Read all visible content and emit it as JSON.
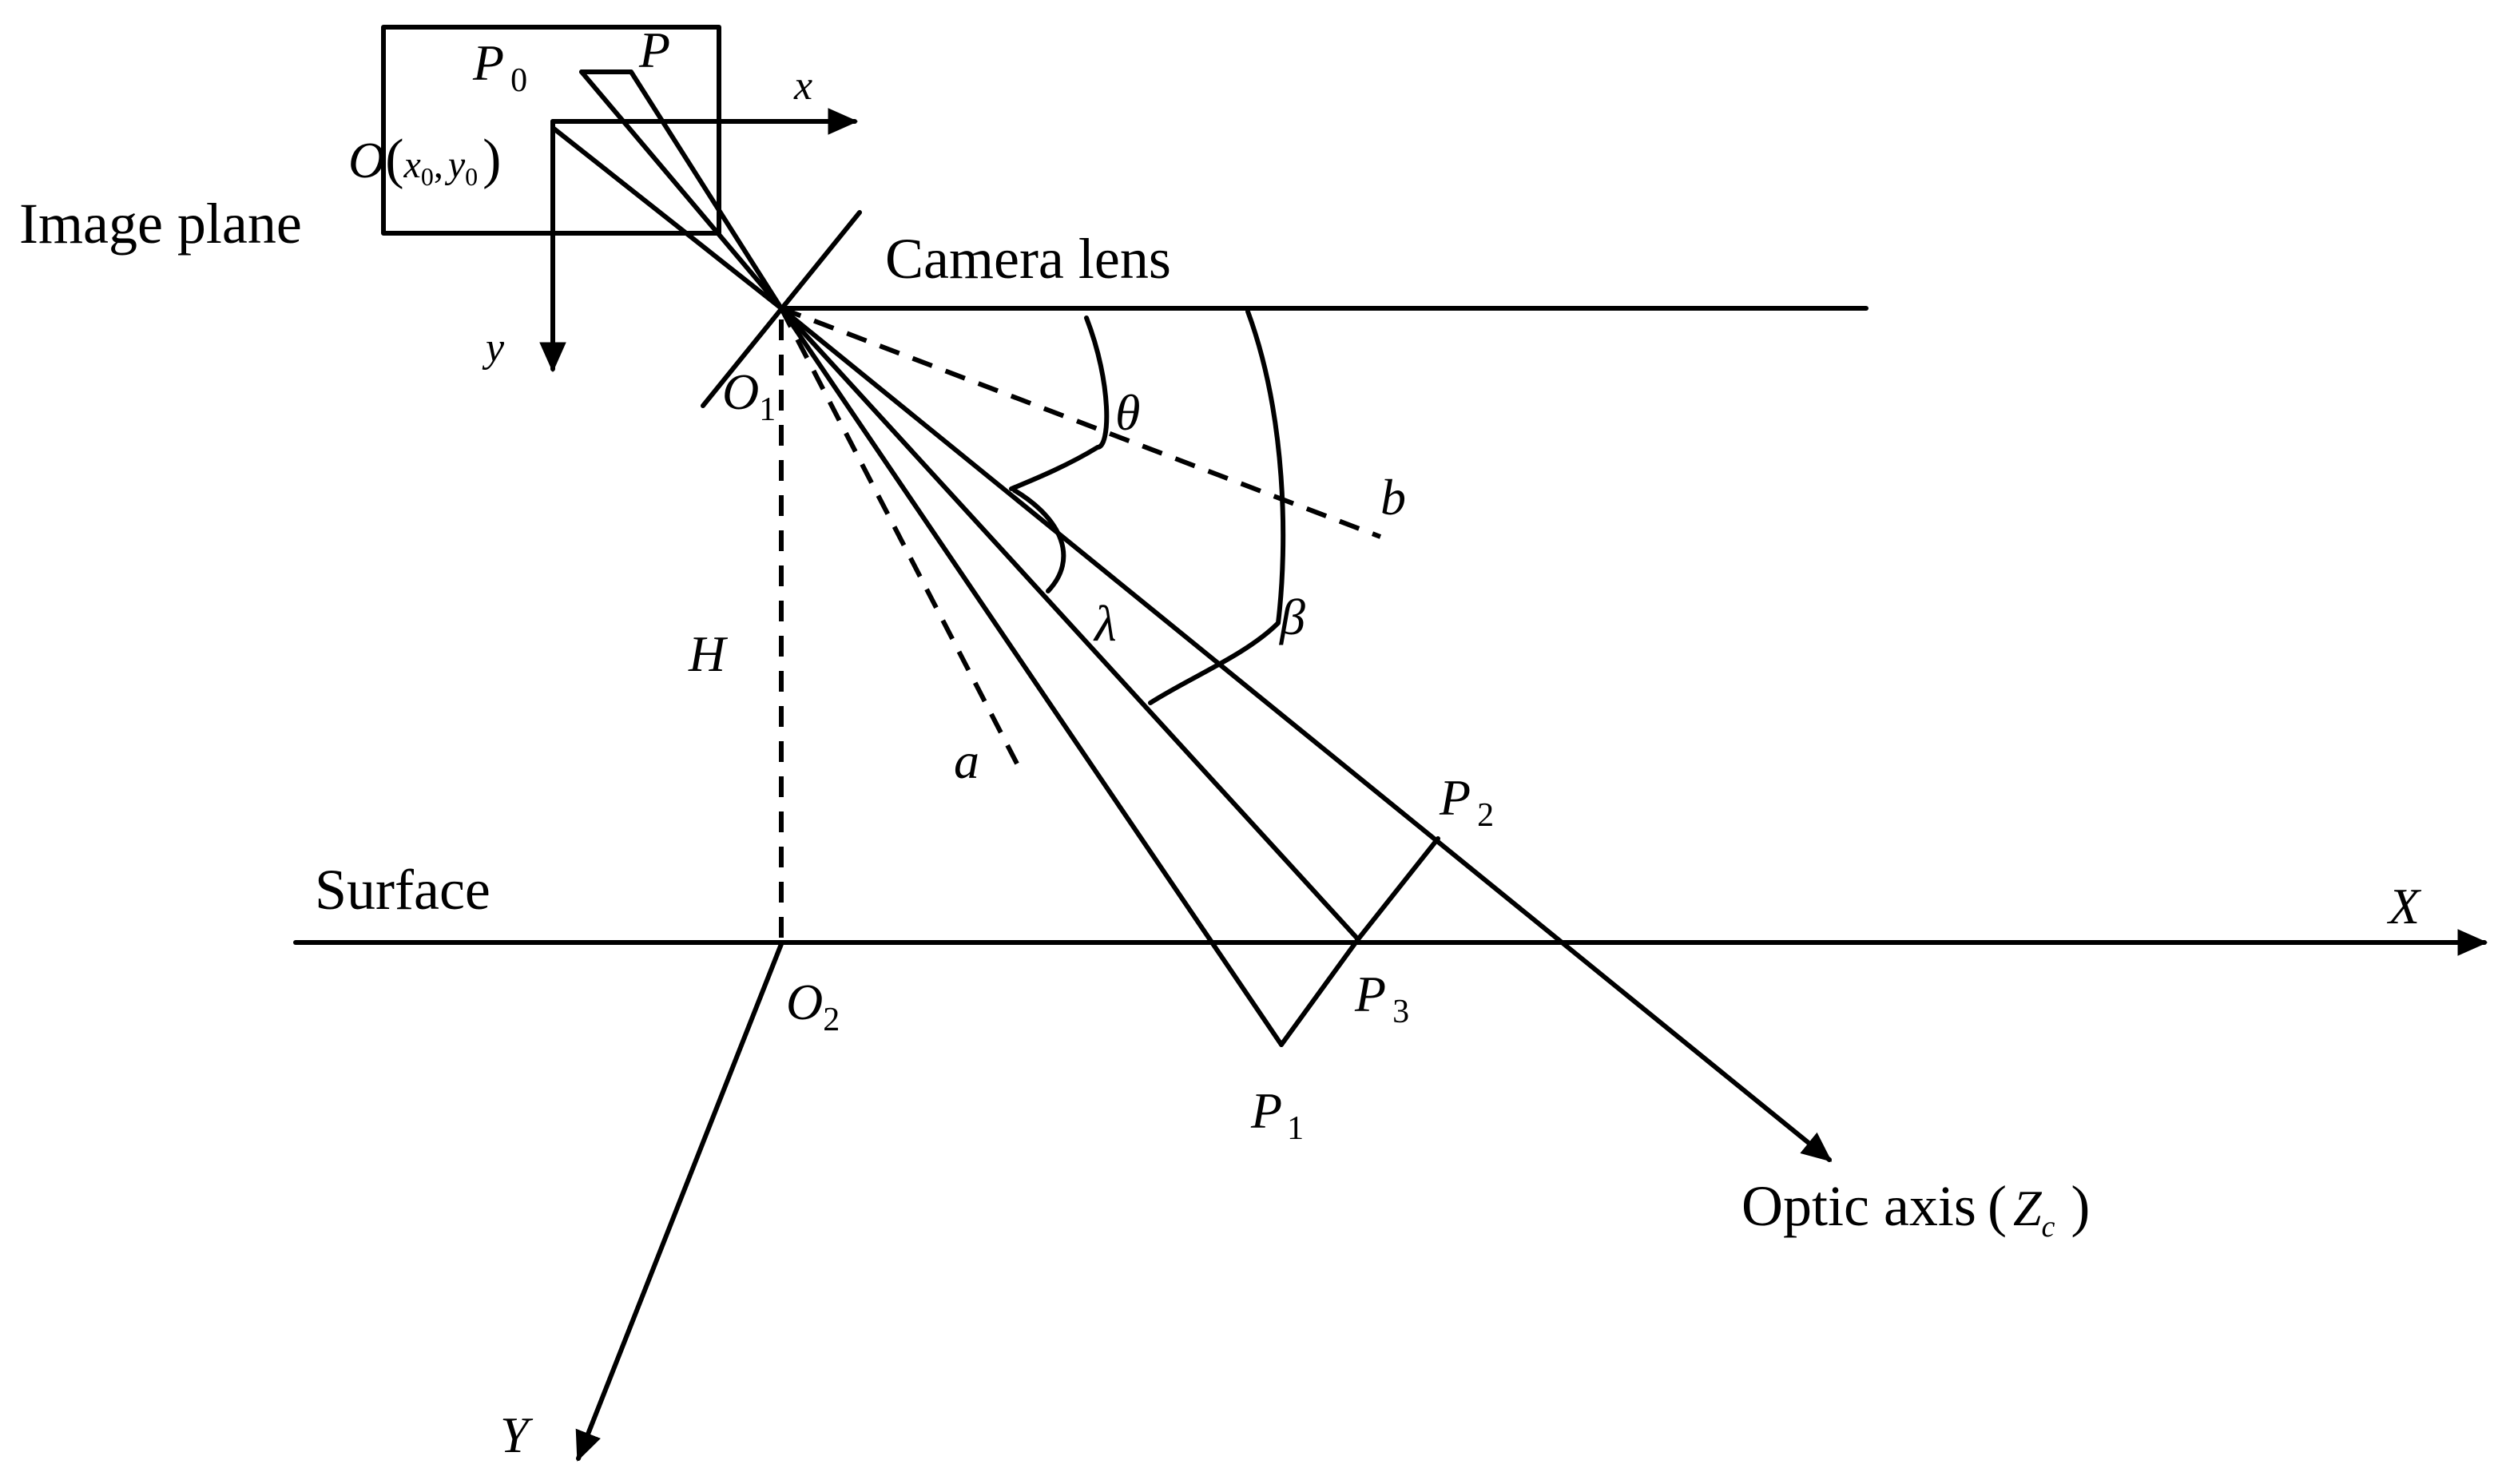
{
  "labels": {
    "image_plane": "Image plane",
    "camera_lens": "Camera lens",
    "surface": "Surface",
    "optic_axis": "Optic axis",
    "origin_O": "O",
    "origin_coords_x": "x",
    "origin_coords_y": "y",
    "subscript_0": "0",
    "axis_x": "x",
    "axis_y": "y",
    "axis_X": "X",
    "axis_Y": "Y",
    "point_P0": "P",
    "point_P": "P",
    "point_O1": "O",
    "point_O2": "O",
    "point_P1": "P",
    "point_P2": "P",
    "point_P3": "P",
    "sub_1": "1",
    "sub_2": "2",
    "sub_3": "3",
    "height_H": "H",
    "line_a": "a",
    "line_b": "b",
    "angle_theta": "θ",
    "angle_lambda": "λ",
    "angle_beta": "β",
    "zc_Z": "Z",
    "zc_sub": "c",
    "paren_open": "(",
    "paren_close": ")",
    "comma": ","
  },
  "colors": {
    "stroke": "#000000",
    "background": "#ffffff"
  }
}
